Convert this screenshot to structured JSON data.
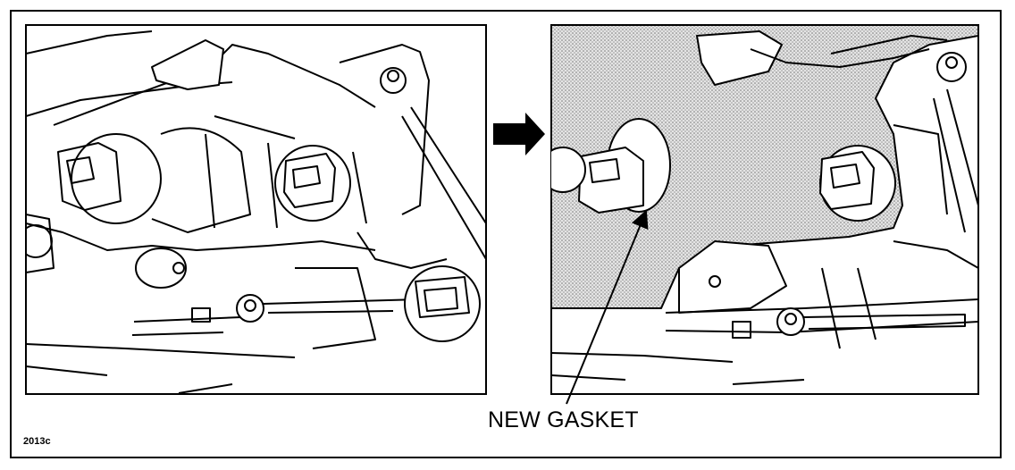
{
  "figure": {
    "callout_label": "NEW GASKET",
    "figure_code": "2013c"
  },
  "panels": [
    {
      "id": "before",
      "description_icon": "headlamp-assembly-rear-view"
    },
    {
      "id": "after",
      "description_icon": "headlamp-assembly-rear-view-with-gasket"
    }
  ],
  "colors": {
    "line": "#000000",
    "background": "#ffffff",
    "gasket_fill": "#cfcfcf"
  }
}
